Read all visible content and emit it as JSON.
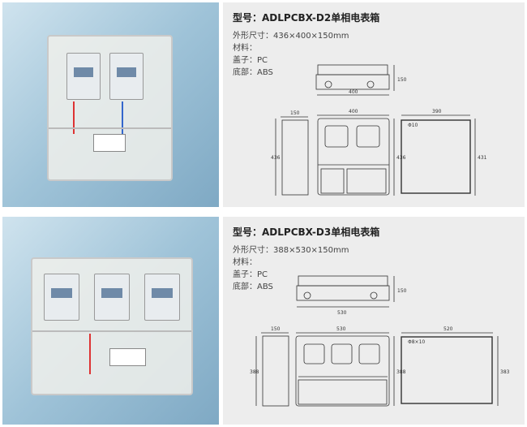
{
  "products": [
    {
      "title": "型号：ADLPCBX-D2单相电表箱",
      "size": "外形尺寸：436×400×150mm",
      "material": "材料：",
      "cover": "盖子：PC",
      "base": "底部：ABS",
      "dims": {
        "top_w": "400",
        "top_h": "150",
        "side_w": "150",
        "side_h": "436",
        "front_w": "400",
        "front_h": "436",
        "back_w": "390",
        "back_h": "431",
        "hole": "Φ10"
      },
      "meters": 2
    },
    {
      "title": "型号：ADLPCBX-D3单相电表箱",
      "size": "外形尺寸：388×530×150mm",
      "material": "材料：",
      "cover": "盖子：PC",
      "base": "底部：ABS",
      "dims": {
        "top_w": "530",
        "top_h": "150",
        "side_w": "150",
        "side_h": "388",
        "front_w": "530",
        "front_h": "388",
        "back_w": "520",
        "back_h": "383",
        "hole": "Φ8×10"
      },
      "meters": 3
    }
  ]
}
